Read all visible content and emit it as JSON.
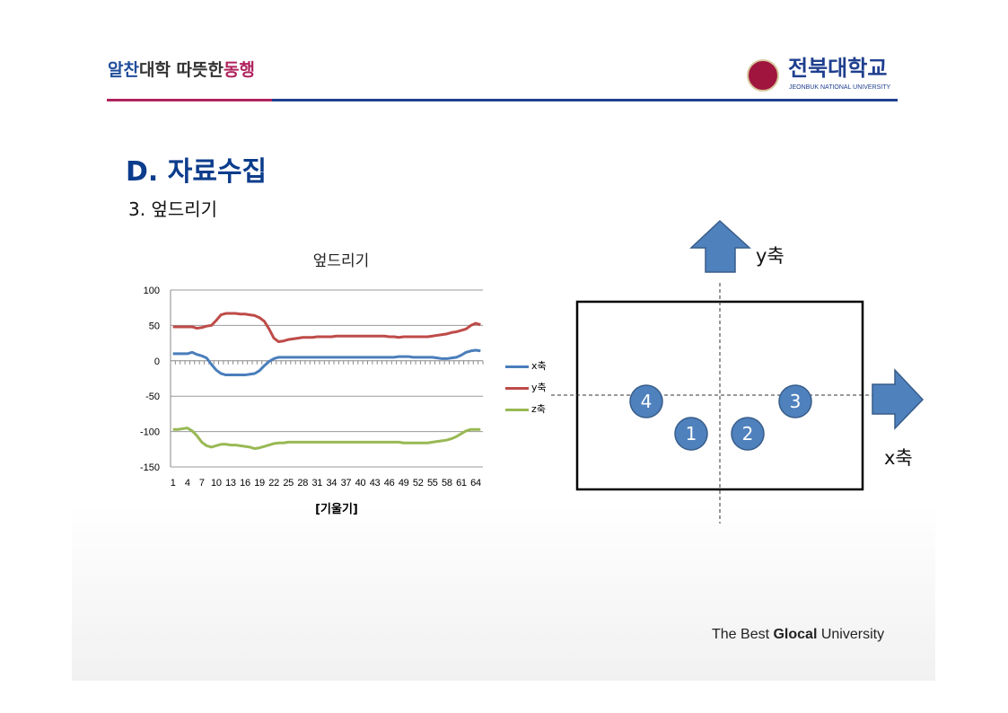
{
  "header": {
    "slogan_part1": "알찬",
    "slogan_part2": "대학 따뜻한",
    "slogan_part3": "동행",
    "university_name": "전북대학교",
    "university_name_en": "JEONBUK NATIONAL UNIVERSITY"
  },
  "title": "D. 자료수집",
  "subtitle": "3. 엎드리기",
  "chart_data": {
    "type": "line",
    "title": "엎드리기",
    "xlabel": "[기울기]",
    "ylabel": "",
    "ylim": [
      -150,
      100
    ],
    "yticks": [
      "100",
      "50",
      "0",
      "-50",
      "-100",
      "-150"
    ],
    "xticks": [
      "1",
      "4",
      "7",
      "10",
      "13",
      "16",
      "19",
      "22",
      "25",
      "28",
      "31",
      "34",
      "37",
      "40",
      "43",
      "46",
      "49",
      "52",
      "55",
      "58",
      "61",
      "64"
    ],
    "x_count": 65,
    "legend_position": "right",
    "grid": true,
    "series": [
      {
        "name": "x축",
        "color": "#4a7ebb",
        "values": [
          10,
          10,
          10,
          10,
          12,
          9,
          7,
          4,
          -5,
          -13,
          -18,
          -20,
          -20,
          -20,
          -20,
          -20,
          -19,
          -18,
          -14,
          -7,
          -1,
          3,
          5,
          5,
          5,
          5,
          5,
          5,
          5,
          5,
          5,
          5,
          5,
          5,
          5,
          5,
          5,
          5,
          5,
          5,
          5,
          5,
          5,
          5,
          5,
          5,
          5,
          6,
          6,
          6,
          5,
          5,
          5,
          5,
          5,
          4,
          3,
          3,
          4,
          5,
          8,
          12,
          14,
          15,
          14
        ]
      },
      {
        "name": "y축",
        "color": "#be4b48",
        "values": [
          48,
          48,
          48,
          48,
          48,
          46,
          47,
          49,
          50,
          57,
          65,
          67,
          67,
          67,
          66,
          66,
          65,
          64,
          61,
          56,
          45,
          32,
          27,
          28,
          30,
          31,
          32,
          33,
          33,
          33,
          34,
          34,
          34,
          34,
          35,
          35,
          35,
          35,
          35,
          35,
          35,
          35,
          35,
          35,
          35,
          34,
          34,
          33,
          34,
          34,
          34,
          34,
          34,
          34,
          35,
          36,
          37,
          38,
          40,
          41,
          43,
          45,
          50,
          53,
          51
        ]
      },
      {
        "name": "z축",
        "color": "#98b954",
        "values": [
          -97,
          -97,
          -96,
          -95,
          -99,
          -106,
          -115,
          -120,
          -122,
          -120,
          -118,
          -118,
          -119,
          -119,
          -120,
          -121,
          -122,
          -124,
          -123,
          -121,
          -119,
          -117,
          -116,
          -116,
          -115,
          -115,
          -115,
          -115,
          -115,
          -115,
          -115,
          -115,
          -115,
          -115,
          -115,
          -115,
          -115,
          -115,
          -115,
          -115,
          -115,
          -115,
          -115,
          -115,
          -115,
          -115,
          -115,
          -115,
          -116,
          -116,
          -116,
          -116,
          -116,
          -116,
          -115,
          -114,
          -113,
          -112,
          -110,
          -107,
          -103,
          -99,
          -97,
          -97,
          -97
        ]
      }
    ]
  },
  "diagram": {
    "y_axis_label": "y축",
    "x_axis_label": "x축",
    "circles": [
      "4",
      "1",
      "2",
      "3"
    ],
    "fill_color": "#4f81bd"
  },
  "footer": {
    "pre": "The Best ",
    "bold": "Glocal",
    "post": " University"
  }
}
